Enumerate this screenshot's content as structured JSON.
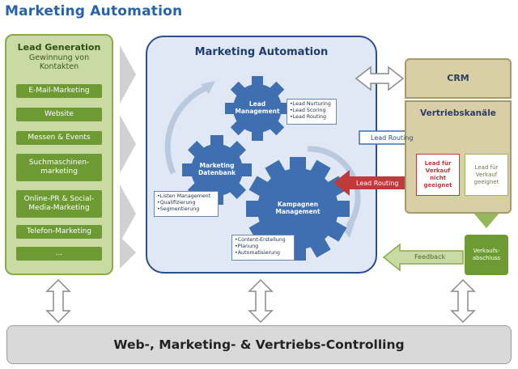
{
  "title": "Marketing Automation",
  "lead_generation": {
    "title": "Lead Generation",
    "subtitle": "Gewinnung von\nKontakten",
    "items": [
      "E-Mail-Marketing",
      "Website",
      "Messen & Events",
      "Suchmaschinen-\nmarketing",
      "Online-PR & Social-\nMedia-Marketing",
      "Telefon-Marketing",
      "..."
    ]
  },
  "center": {
    "title": "Marketing Automation",
    "gears": {
      "lead_management": "Lead\nManagement",
      "marketing_datenbank": "Marketing\nDatenbank",
      "kampagnen_management": "Kampagnen\nManagement"
    },
    "lead_management_bullets": [
      "Lead Nurturing",
      "Lead Scoring",
      "Lead Routing"
    ],
    "datenbank_bullets": [
      "Listen Management",
      "Qualifizierung",
      "Segmentierung"
    ],
    "kampagnen_bullets": [
      "Content-Erstellung",
      "Planung",
      "Automatisierung"
    ]
  },
  "right": {
    "crm": "CRM",
    "vertriebskanaele": "Vertriebskanäle",
    "lead_routing_top": "Lead Routing",
    "lead_routing_bottom": "Lead Routing",
    "lead_not_suitable": "Lead für\nVerkauf nicht\ngeeignet",
    "lead_suitable": "Lead für\nVerkauf\ngeeignet",
    "verkaufsabschluss": "Verkaufs-\nabschluss",
    "feedback": "Feedback"
  },
  "bottom": {
    "label": "Web-, Marketing- & Vertriebs-Controlling"
  },
  "colors": {
    "title_blue": "#2a62a8",
    "green_dark": "#6e9a34",
    "green_light": "#c9daa3",
    "gear_blue": "#3f6fb0",
    "red_arrow": "#c0393b",
    "tan": "#d9cfa6"
  }
}
